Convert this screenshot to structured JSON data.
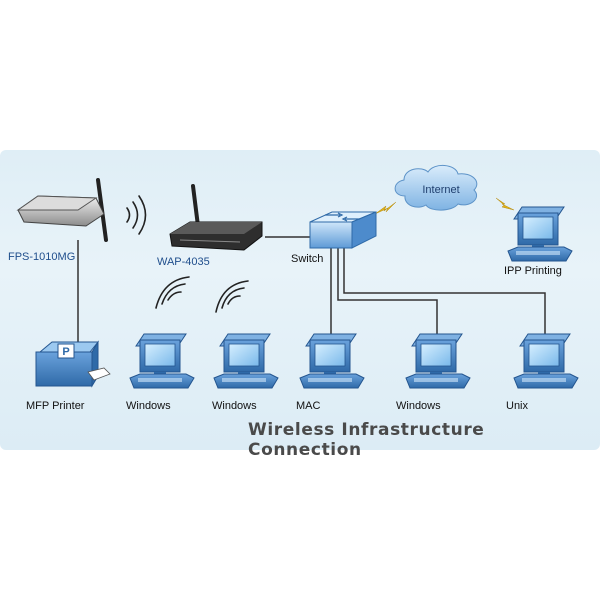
{
  "diagram": {
    "title": "Wireless Infrastructure Connection",
    "cloud_label": "Internet",
    "nodes": {
      "print_server": "FPS-1010MG",
      "access_point": "WAP-4035",
      "switch": "Switch",
      "ipp_printing": "IPP Printing",
      "mfp_printer": "MFP Printer",
      "mfp_badge": "P",
      "pc_windows_1": "Windows",
      "pc_windows_2": "Windows",
      "pc_mac": "MAC",
      "pc_windows_3": "Windows",
      "pc_unix": "Unix"
    }
  },
  "colors": {
    "background": "#e3f0f7",
    "device_blue": "#4a86c8",
    "screen": "#9fd0f2",
    "cable": "#333333",
    "link_bolt": "#e0b21a",
    "cloud": "#9fc7ea",
    "title_text": "#4a4a4a"
  }
}
